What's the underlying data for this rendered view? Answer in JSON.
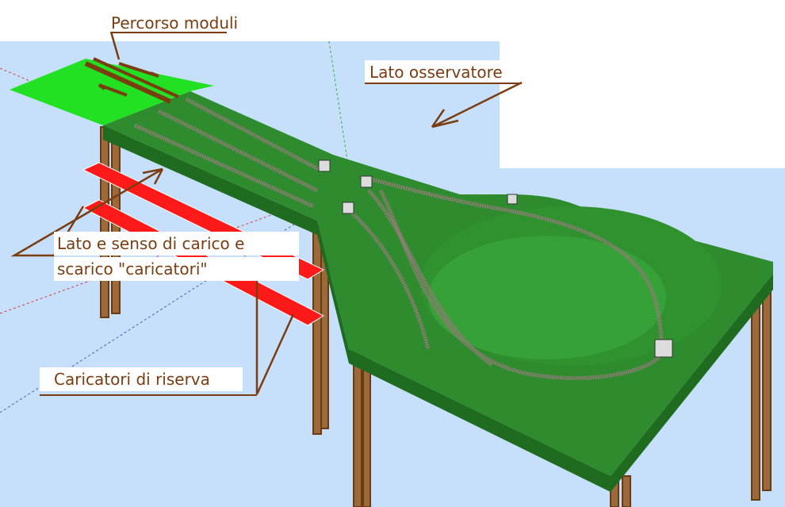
{
  "annotations": {
    "percorso_moduli": "Percorso moduli",
    "lato_osservatore": "Lato osservatore",
    "lato_senso_line1": "Lato e senso di carico e",
    "lato_senso_line2": "scarico \"caricatori\"",
    "caricatori_riserva": "Caricatori di riserva"
  },
  "colors": {
    "sky": "#c6e0fb",
    "board_green": "#2e8b2e",
    "module_green": "#22e022",
    "loader_red": "#ff1a1a",
    "leg_brown": "#8b4513",
    "annotation_brown": "#7a3d12",
    "track_gray": "#8a7e72"
  },
  "icons": [
    "tunnel-portal-icon",
    "annotation-arrow-icon"
  ]
}
